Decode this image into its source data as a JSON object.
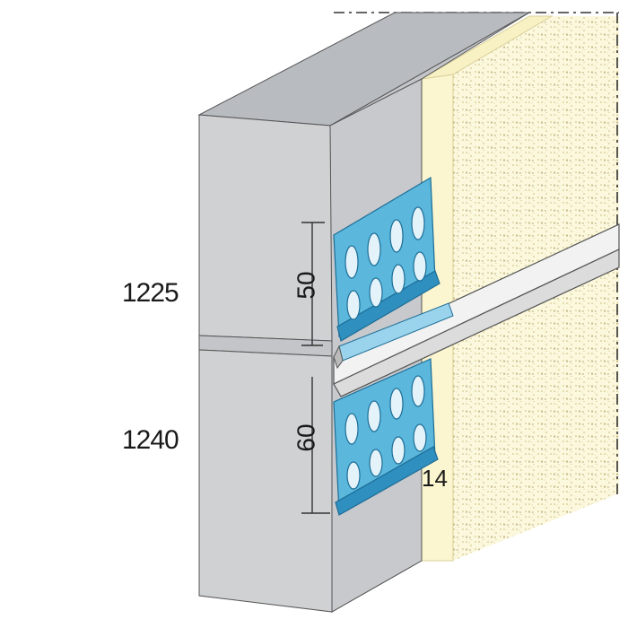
{
  "labels": {
    "course_upper": "1225",
    "course_lower": "1240",
    "dim_upper": "50",
    "dim_lower": "60",
    "thickness": "14"
  },
  "colors": {
    "block_front": "#d0d1d3",
    "block_side": "#c4c6c9",
    "block_top": "#b8bbbf",
    "insulation": "#fbf8dd",
    "insulation_dots": "#c9b97a",
    "anchor": "#5bb7dc",
    "anchor_dark": "#2f8fbf",
    "rail": "#f4f4f4",
    "line": "#333333"
  }
}
